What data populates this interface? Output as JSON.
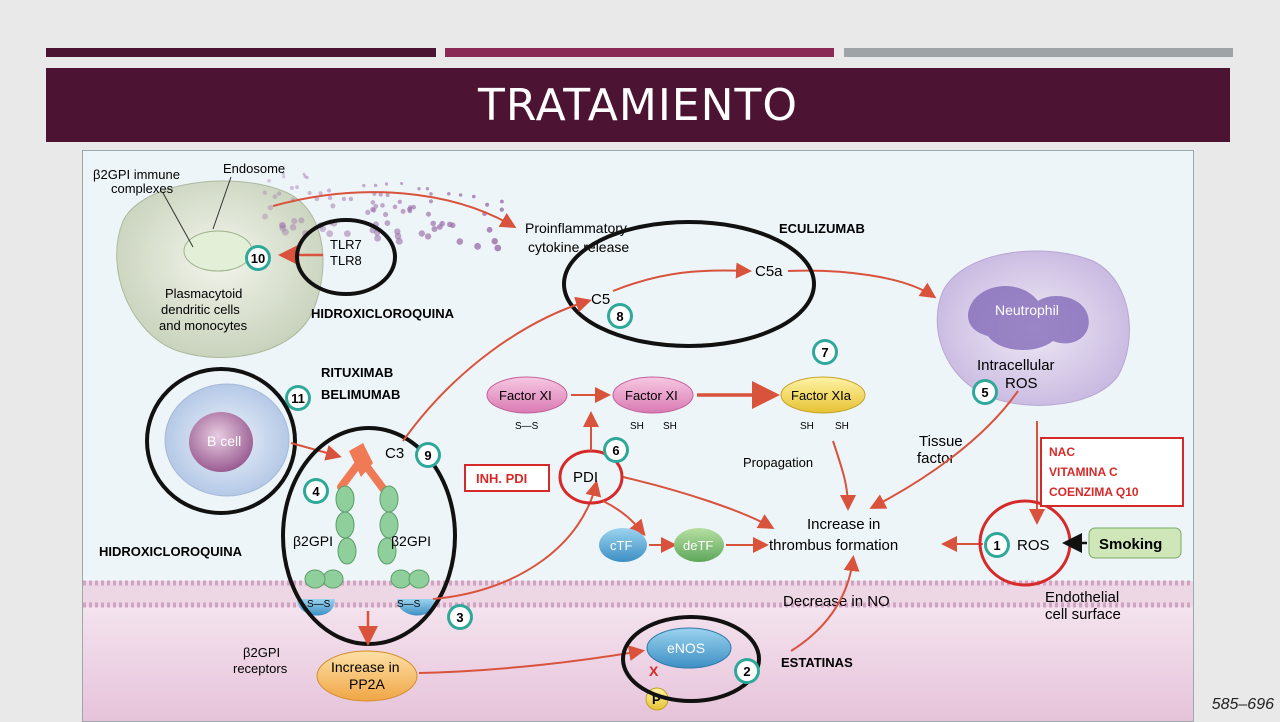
{
  "slide": {
    "title": "TRATAMIENTO",
    "citation": "585–696",
    "accent_colors": {
      "band": "#4c1432",
      "bar1": "#4c1432",
      "bar2": "#8a2856",
      "bar3": "#9ea3a8",
      "annotation_red": "#d62a2a"
    }
  },
  "figure": {
    "cells": {
      "immune_complexes": [
        "β2GPI immune",
        "complexes"
      ],
      "endosome": "Endosome",
      "dendritic": [
        "Plasmacytoid",
        "dendritic cells",
        "and monocytes"
      ],
      "b_cell": "B cell",
      "neutrophil": "Neutrophil",
      "intracellular_ros": [
        "Intracellular",
        "ROS"
      ]
    },
    "receptors": {
      "tlr7": "TLR7",
      "tlr8": "TLR8"
    },
    "molecules": {
      "proinflammatory": [
        "Proinflammatory",
        "cytokine release"
      ],
      "c5": "C5",
      "c5a": "C5a",
      "c3": "C3",
      "factor_xi_a": "Factor XI",
      "factor_xi_b": "Factor XI",
      "factor_xia": "Factor XIa",
      "ss": "S—S",
      "sh": "SH",
      "pdi": "PDI",
      "ctf": "cTF",
      "detf": "deTF",
      "propagation": "Propagation",
      "tissue_factor": [
        "Tissue",
        "factor"
      ],
      "thrombus": [
        "Increase in",
        "thrombus formation"
      ],
      "ros": "ROS",
      "smoking": "Smoking",
      "beta2gpi": "β2GPI",
      "decrease_no": "Decrease in NO",
      "endothelial": [
        "Endothelial",
        "cell surface"
      ],
      "receptors_label": [
        "β2GPI",
        "receptors"
      ],
      "pp2a": [
        "Increase in",
        "PP2A"
      ],
      "enos": "eNOS",
      "p": "P",
      "x_mark": "X"
    },
    "steps": [
      "1",
      "2",
      "3",
      "4",
      "5",
      "6",
      "7",
      "8",
      "9",
      "10",
      "11"
    ],
    "annotations": {
      "eculizumab": "ECULIZUMAB",
      "hidroxi_top": "HIDROXICLOROQUINA",
      "rituximab": "RITUXIMAB",
      "belimumab": "BELIMUMAB",
      "hidroxi_left": "HIDROXICLOROQUINA",
      "inh_pdi": "INH. PDI",
      "estatinas": "ESTATINAS",
      "antioxidants": [
        "NAC",
        "VITAMINA C",
        "COENZIMA Q10"
      ]
    }
  }
}
